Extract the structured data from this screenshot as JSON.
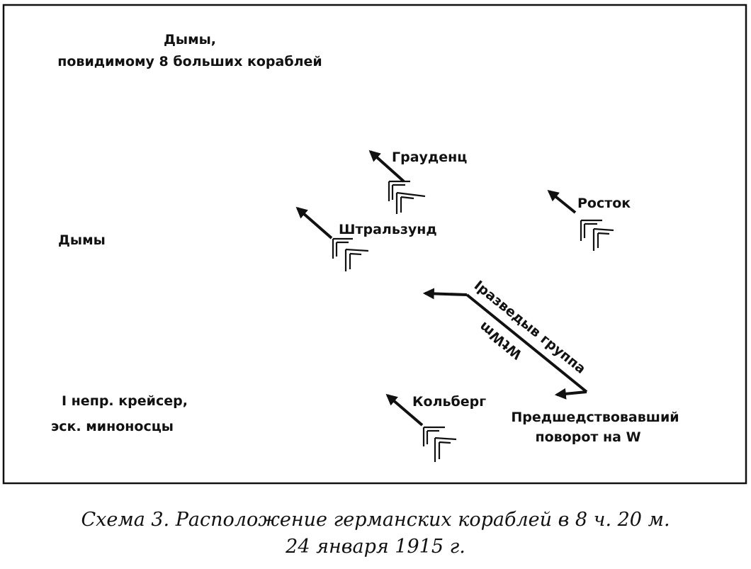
{
  "labels": {
    "smoke_large": [
      "Дымы,",
      "повидимому 8 больших кораблей"
    ],
    "smoke": "Дымы",
    "graudenz": "Грауденц",
    "stralsund": "Штральзунд",
    "rostock": "Росток",
    "kolberg": "Кольберг",
    "scout_group": "Iразведыв группа",
    "heading": "WtWm",
    "prior_turn": [
      "Предшедствовавший",
      "поворот на W"
    ],
    "cruiser": [
      "I непр. крейсер,",
      "эск. миноносцы"
    ]
  },
  "caption": {
    "line1": "Схема 3. Расположение германских кораблей в 8 ч. 20 м.",
    "line2": "24 января 1915 г."
  },
  "colors": {
    "ink": "#111111",
    "paper": "#ffffff"
  }
}
